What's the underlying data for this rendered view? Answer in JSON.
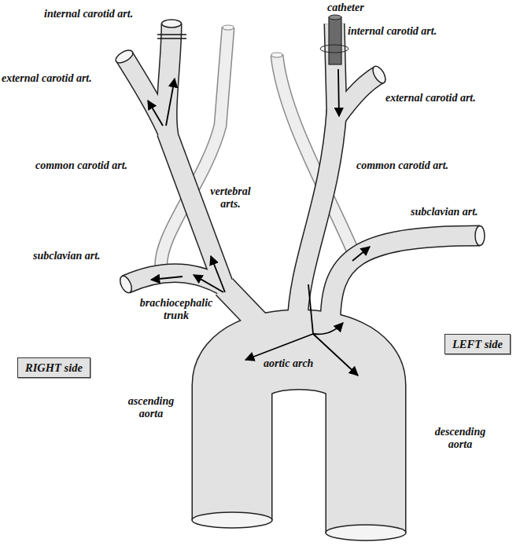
{
  "diagram": {
    "nodes": [
      {
        "text": [
          "LEFT side"
        ]
      },
      {
        "text": [
          "RIGHT side"
        ]
      }
    ],
    "labels": [
      "internal carotid art.",
      "catheter",
      "internal carotid art.",
      "external carotid art.",
      "external carotid art.",
      "vertebral arts.",
      "common carotid art.",
      "common carotid art.",
      "subclavian art.",
      "subclavian art.",
      "brachiocephalic trunk",
      "aortic arch",
      "ascending aorta",
      "descending aorta"
    ]
  }
}
